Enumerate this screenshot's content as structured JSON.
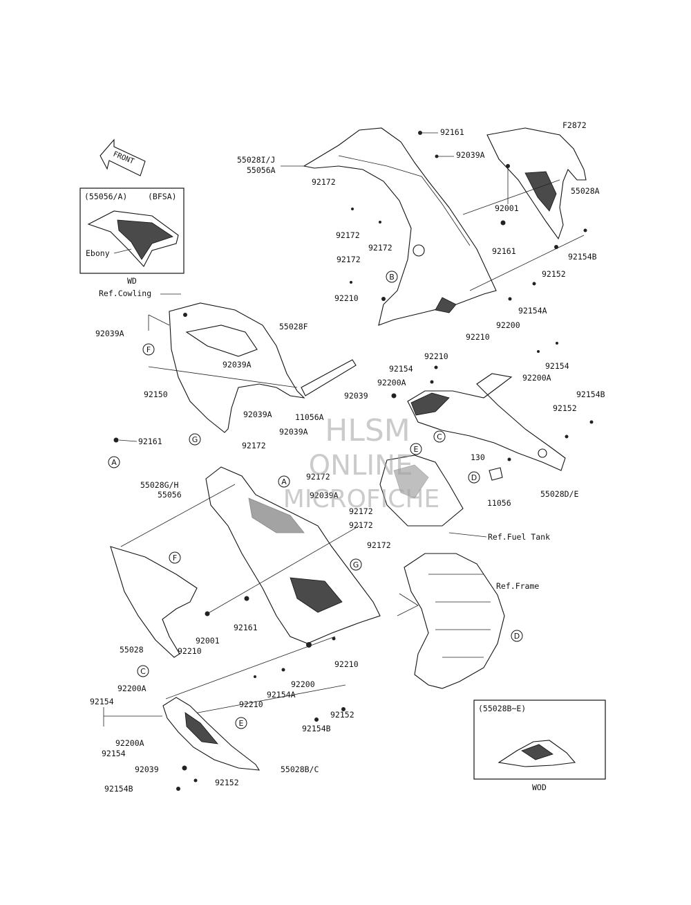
{
  "diagram_code": "F2872",
  "front_label": "FRONT",
  "watermark": {
    "line1": "HLSM",
    "line2": "ONLINE",
    "line3": "MICROFICHE"
  },
  "inset_top": {
    "code": "(55056/A)",
    "variant": "(BFSA)",
    "color_name": "Ebony",
    "caption": "WD"
  },
  "inset_bottom": {
    "code": "(55028B~E)",
    "caption": "WOD"
  },
  "refs": {
    "cowling": "Ref.Cowling",
    "fuel_tank": "Ref.Fuel Tank",
    "frame": "Ref.Frame"
  },
  "labels": {
    "p92161_top": "92161",
    "p92039A_top": "92039A",
    "p55028IJ": "55028I/J",
    "p55056A": "55056A",
    "p55028A": "55028A",
    "p92172_a": "92172",
    "p92001_top": "92001",
    "p92172_b": "92172",
    "p92172_c": "92172",
    "p92161_mid": "92161",
    "p92154B_top": "92154B",
    "p92172_d": "92172",
    "p92152_top": "92152",
    "p92210_a": "92210",
    "p92154A_top": "92154A",
    "p92200": "92200",
    "p92210_b": "92210",
    "p92039A_left": "92039A",
    "p55028F": "55028F",
    "p92039A_f": "92039A",
    "p92210_c": "92210",
    "p92154_mid": "92154",
    "p92154_right": "92154",
    "p92200A_mid": "92200A",
    "p92200A_right": "92200A",
    "p92150": "92150",
    "p92039": "92039",
    "p92039A_g": "92039A",
    "p11056A": "11056A",
    "p92154B_right": "92154B",
    "p92152_right": "92152",
    "p92039A_h": "92039A",
    "p92161_left": "92161",
    "p130": "130",
    "p92172_e": "92172",
    "p11056": "11056",
    "p55028GH": "55028G/H",
    "p55056": "55056",
    "p92172_f": "92172",
    "p55028DE": "55028D/E",
    "p92039A_i": "92039A",
    "p92172_g": "92172",
    "p92172_h": "92172",
    "p92172_i": "92172",
    "p92001_low": "92001",
    "p92161_low": "92161",
    "p55028": "55028",
    "p92210_d": "92210",
    "p92210_e": "92210",
    "p92200_low": "92200",
    "p92200A_low": "92200A",
    "p92154_low": "92154",
    "p92154A_low": "92154A",
    "p92210_f": "92210",
    "p92152_low": "92152",
    "p92154B_low": "92154B",
    "p92200A_low2": "92200A",
    "p92154_low2": "92154",
    "p92039_low": "92039",
    "p55028BC": "55028B/C",
    "p92154B_low2": "92154B",
    "p92152_low2": "92152"
  },
  "callouts": {
    "A": "A",
    "B": "B",
    "C": "C",
    "D": "D",
    "E": "E",
    "F": "F",
    "G": "G"
  }
}
